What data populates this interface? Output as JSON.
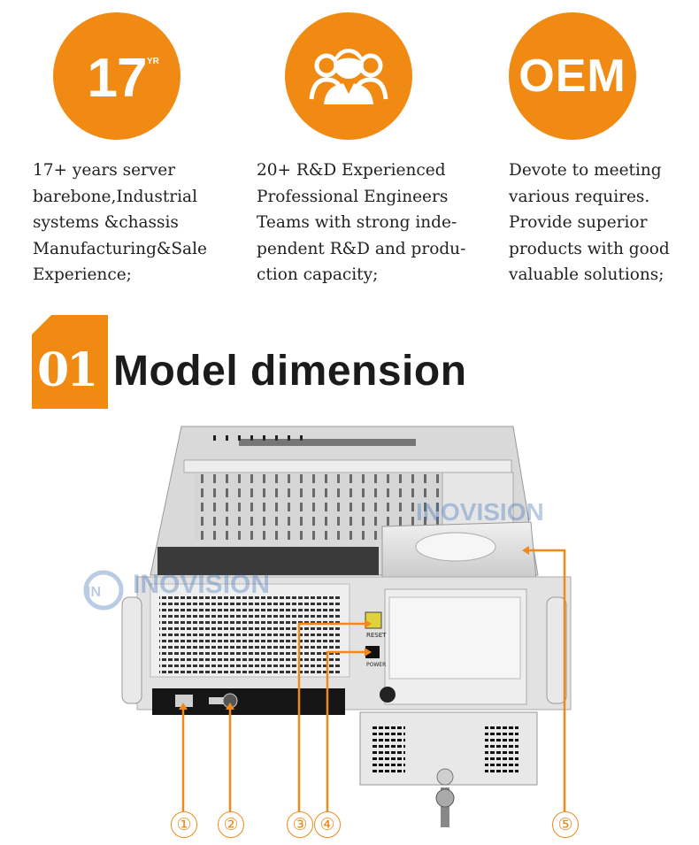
{
  "features": [
    {
      "badge_number": "17",
      "badge_unit": "YR",
      "text": "17+ years server\nbarebone,Industrial\nsystems &chassis\nManufacturing&Sale\nExperience;"
    },
    {
      "badge_icon": "team-icon",
      "text": "20+ R&D Experienced\nProfessional Engineers\nTeams with strong inde-\npendent R&D and produ-\nction capacity;"
    },
    {
      "badge_text": "OEM",
      "text": "Devote to meeting\nvarious requires.\nProvide superior\nproducts with good\nvaluable solutions;"
    }
  ],
  "section": {
    "number": "01",
    "title": "Model dimension"
  },
  "watermark": "INOVISION",
  "panel_labels": {
    "reset": "RESET",
    "power": "POWER"
  },
  "callouts": [
    "①",
    "②",
    "③",
    "④",
    "⑤"
  ],
  "colors": {
    "accent": "#f08a12",
    "chassis": "#dcdcdc",
    "text": "#222222"
  }
}
